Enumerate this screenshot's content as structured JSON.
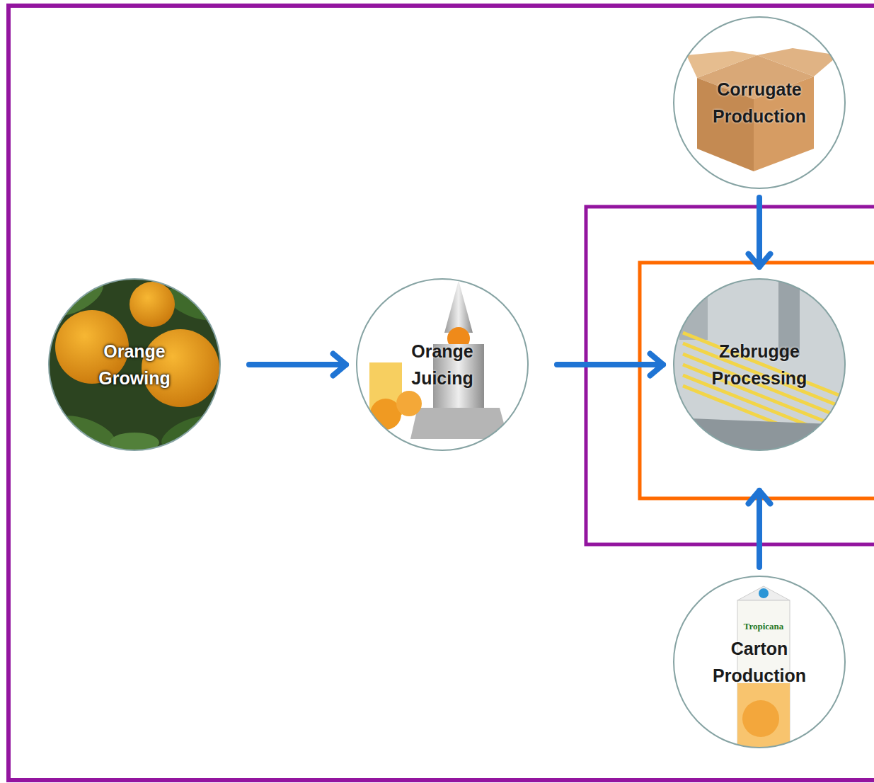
{
  "diagram": {
    "nodes": [
      {
        "text": [
          "Orange Growing"
        ]
      },
      {
        "text": [
          "Orange Juicing"
        ]
      },
      {
        "text": [
          "Corrugate Production"
        ]
      },
      {
        "text": [
          "Zebrugge Processing"
        ]
      },
      {
        "text": [
          "Carton Production"
        ]
      }
    ],
    "edges": [
      {
        "from": 0,
        "to": 1,
        "arrow": "to"
      },
      {
        "from": 1,
        "to": 3,
        "arrow": "to"
      },
      {
        "from": 2,
        "to": 3,
        "arrow": "to"
      },
      {
        "from": 4,
        "to": 3,
        "arrow": "to"
      }
    ],
    "labels": [
      "Tropicana"
    ]
  }
}
